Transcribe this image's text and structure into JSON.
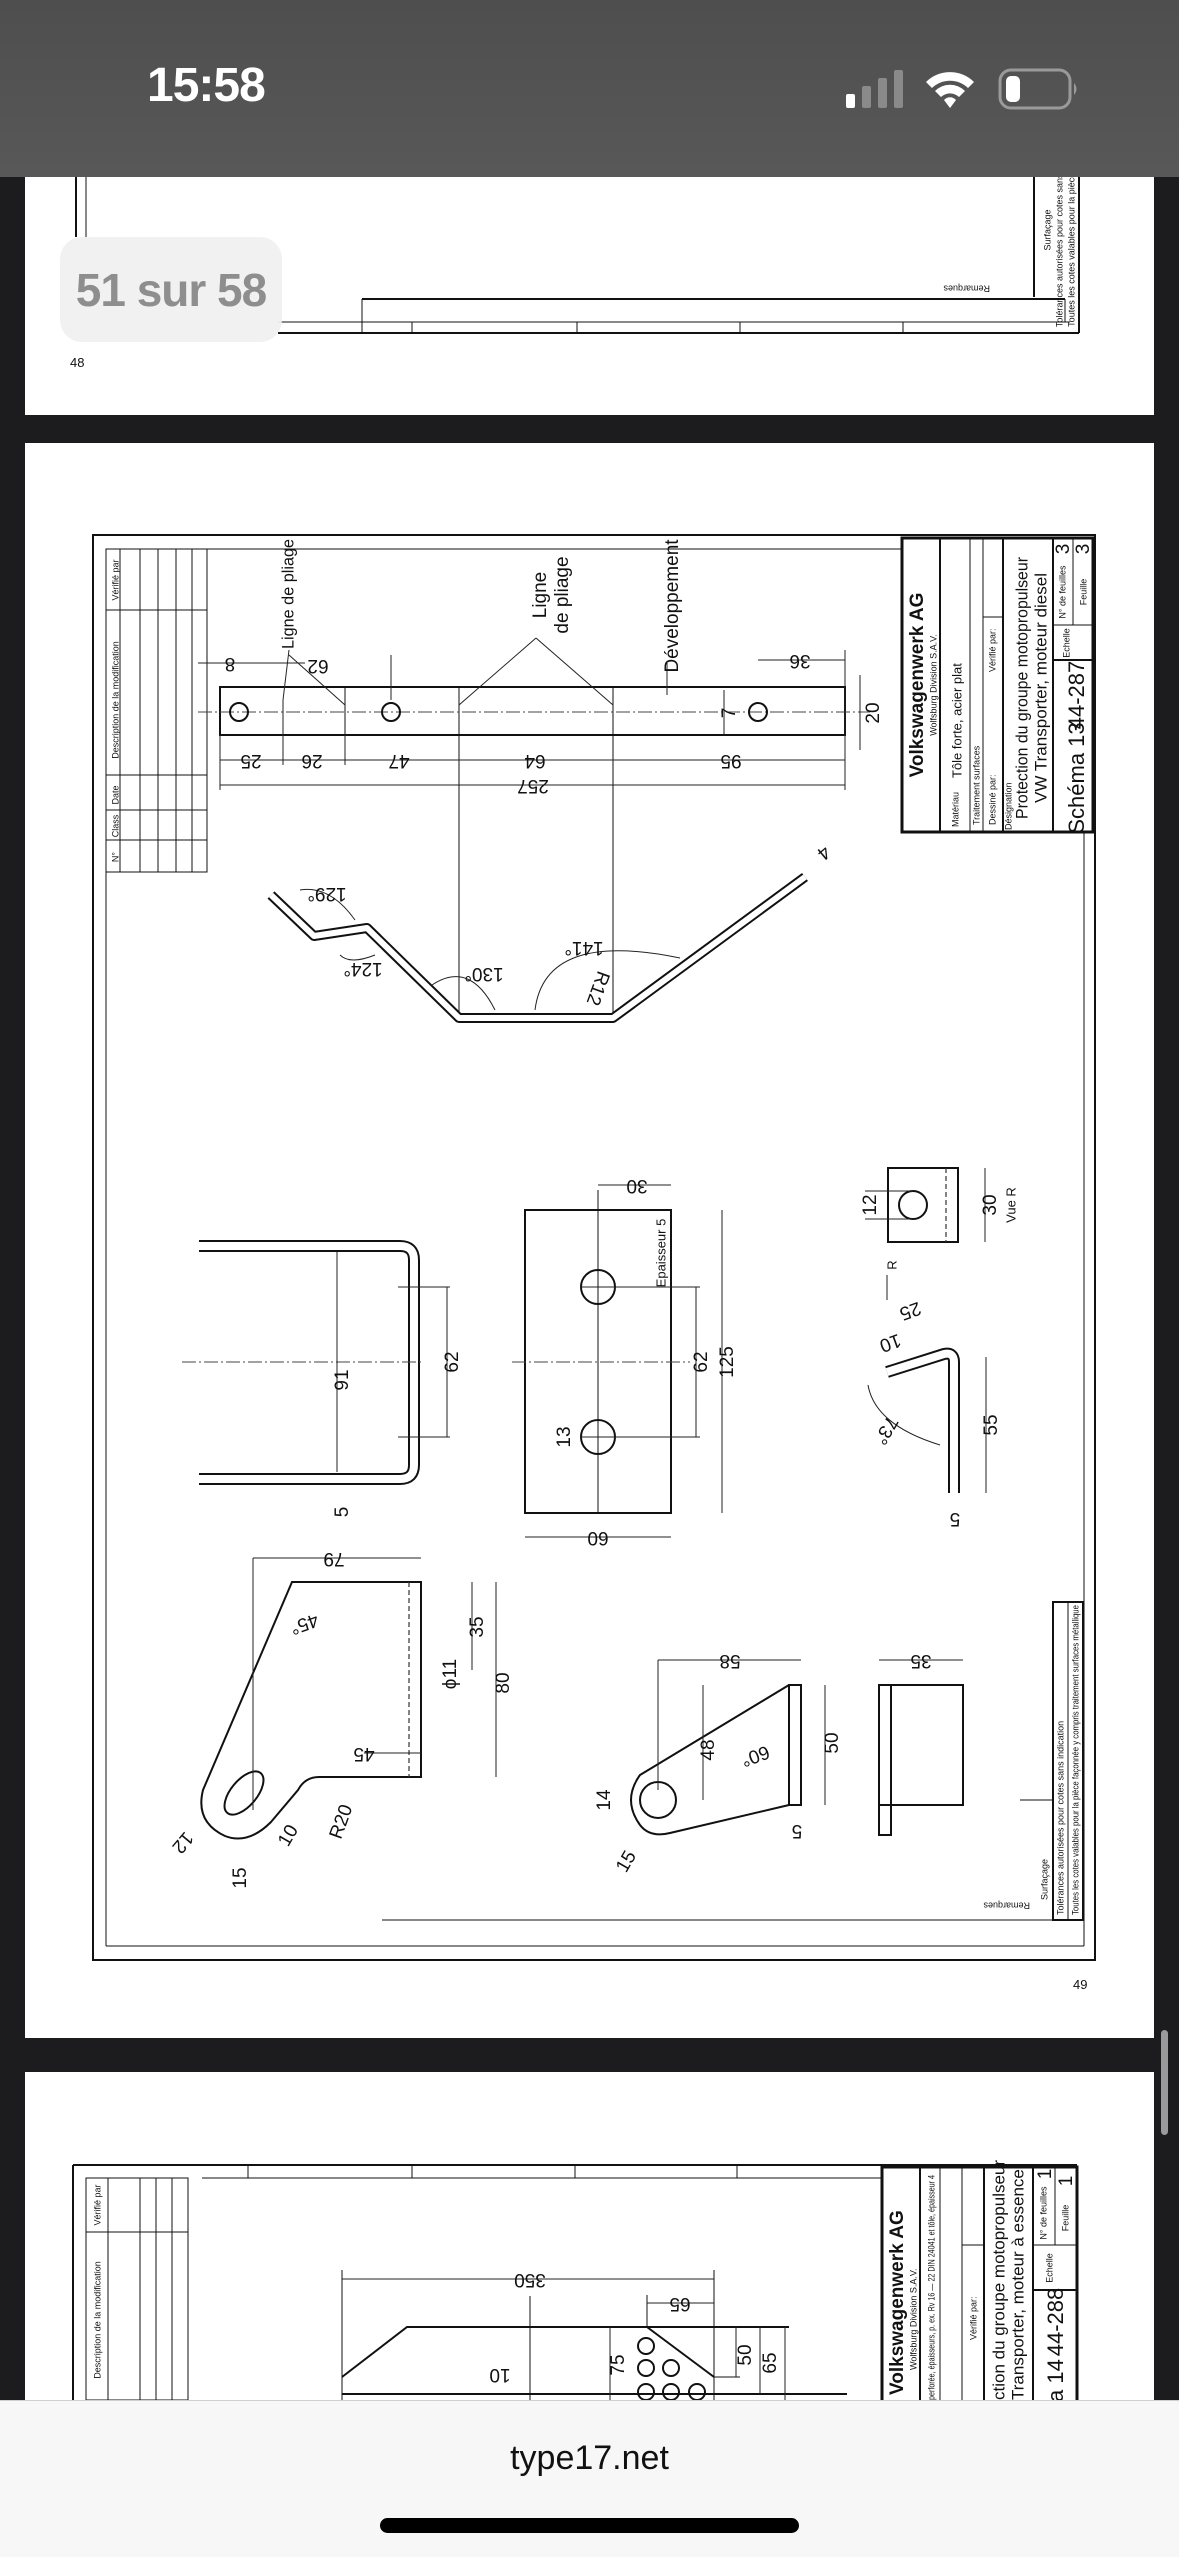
{
  "status_bar": {
    "time": "15:58",
    "signal_icon": "cellular-signal-icon",
    "wifi_icon": "wifi-icon",
    "battery_icon": "battery-low-icon"
  },
  "viewer": {
    "page_indicator": "51 sur 58",
    "url": "type17.net"
  },
  "page_48": {
    "number": "48",
    "remarks": "Remarques",
    "notes": [
      "Surfaçage",
      "Tolérances autorisées pour cotes sans indication",
      "Toutes les cotes valables pour la pièce façonnée"
    ]
  },
  "page_49": {
    "number": "49",
    "revision_block": {
      "headers": [
        "Vérifié par",
        "Description de la modification",
        "Date",
        "Class",
        "N°"
      ]
    },
    "title_block": {
      "company": "Volkswagenwerk AG",
      "division": "Wolfsburg Division S.A.V.",
      "material_label": "Matériau",
      "material": "Tôle forte, acier plat",
      "surface_label": "Traitement surfaces",
      "drawn_by": "Dessiné par:",
      "checked_by": "Vérifié par:",
      "designation_label": "Désignation",
      "designation_line1": "Protection du groupe motopropulseur",
      "designation_line2": "VW Transporter, moteur diesel",
      "scheme": "Schéma 13",
      "drawing_no": "44-287",
      "scale_label": "Echelle",
      "sheets_label": "N° de feuilles",
      "sheets": "3",
      "sheet_label": "Feuille",
      "sheet": "3"
    },
    "notes": {
      "remarks": "Remarques",
      "surface": "Surfaçage",
      "tolerances": "Tolérances autorisées pour cotes sans indication",
      "validity": "Toutes les cotes valables pour la pièce façonnée y compris traitement surfaces métallique"
    },
    "labels": {
      "fold_line_1": "Ligne de pliage",
      "fold_line_2a": "Ligne",
      "fold_line_2b": "de pliage",
      "development": "Développement",
      "thickness": "Epaisseur 5",
      "view_r": "Vue R",
      "r_arrow": "R"
    },
    "strip_dims": {
      "d8": "8",
      "d62": "62",
      "d36": "36",
      "d25": "25",
      "d26": "26",
      "d47": "47",
      "d64": "64",
      "d95": "95",
      "d257": "257",
      "d20": "20",
      "d7": "7"
    },
    "profile_dims": {
      "a129": "129°",
      "a124": "124°",
      "a130": "130°",
      "a141": "141°",
      "r12": "R12",
      "t4": "4"
    },
    "u_dims": {
      "d91": "91",
      "d62": "62",
      "d5": "5"
    },
    "plate_dims": {
      "d30": "30",
      "d62": "62",
      "d125": "125",
      "d13": "13",
      "d60": "60"
    },
    "block_dims": {
      "d12": "12",
      "d30": "30"
    },
    "bracket_dims": {
      "d25": "25",
      "d10": "10",
      "a73": "73°",
      "d55": "55",
      "d5": "5"
    },
    "arm_dims": {
      "d79": "79",
      "a45": "45°",
      "d35": "35",
      "phi11": "ϕ11",
      "d80": "80",
      "d45": "45",
      "r20": "R20",
      "d10": "10",
      "d12": "12",
      "d15": "15"
    },
    "tab_dims": {
      "d58": "58",
      "d48": "48",
      "a60": "60°",
      "d50": "50",
      "d14": "14",
      "d15": "15",
      "d5": "5",
      "d35": "35"
    }
  },
  "page_50": {
    "revision_block": {
      "checked": "Vérifié par",
      "description": "Description de la modification"
    },
    "title_block": {
      "company": "Volkswagenwerk AG",
      "division": "Wolfsburg Division S.A.V.",
      "material": "perforée, épaisseurs, p. ex. Rv 16 — 22 DIN 24041 et tôle, épaisseur 4",
      "checked_by": "Vérifié par:",
      "designation_line1": "ction du groupe motopropulseur",
      "designation_line2": "Transporter, moteur à essence",
      "scheme": "a 14",
      "drawing_no": "44-288",
      "scale_label": "Echelle",
      "sheets_label": "N° de feuilles",
      "sheets": "1",
      "sheet_label": "Feuille",
      "sheet": "1"
    },
    "dims": {
      "d350": "350",
      "d65a": "65",
      "d75": "75",
      "d10": "10",
      "d50": "50",
      "d65b": "65"
    }
  }
}
